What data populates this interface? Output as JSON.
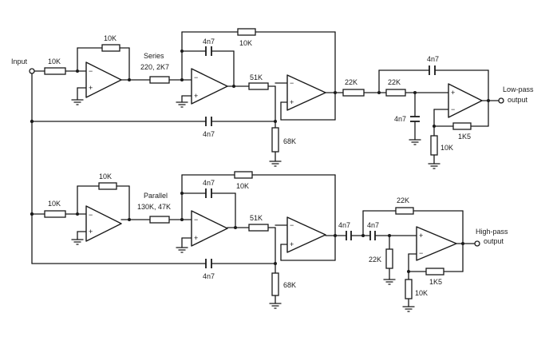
{
  "labels": {
    "input": "Input",
    "r_10k_a": "10K",
    "r_10k_b": "10K",
    "series": "Series",
    "series_vals": "220, 2K7",
    "c_4n7_a": "4n7",
    "r_10k_c": "10K",
    "r_51k_a": "51K",
    "r_68k_a": "68K",
    "c_4n7_b": "4n7",
    "r_22k_a": "22K",
    "r_22k_b": "22K",
    "c_4n7_c": "4n7",
    "c_4n7_d": "4n7",
    "r_1k5_a": "1K5",
    "r_10k_d": "10K",
    "lowpass_1": "Low-pass",
    "lowpass_2": "output",
    "r_10k_e": "10K",
    "r_10k_f": "10K",
    "parallel": "Parallel",
    "parallel_vals": "130K, 47K",
    "c_4n7_e": "4n7",
    "r_10k_g": "10K",
    "r_51k_b": "51K",
    "r_68k_b": "68K",
    "c_4n7_f": "4n7",
    "c_4n7_g": "4n7",
    "c_4n7_h": "4n7",
    "r_22k_c": "22K",
    "r_22k_d": "22K",
    "r_1k5_b": "1K5",
    "r_10k_h": "10K",
    "highpass_1": "High-pass",
    "highpass_2": "output"
  }
}
